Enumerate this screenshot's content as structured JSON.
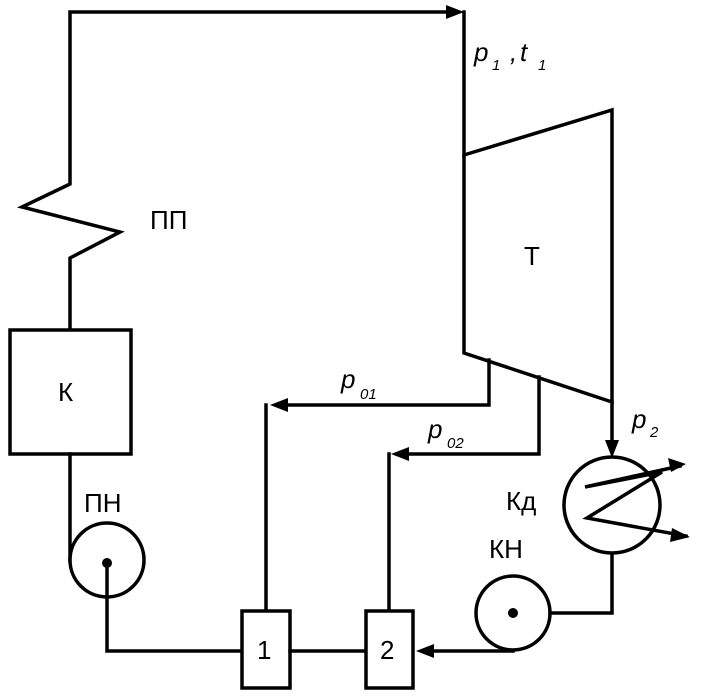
{
  "labels": {
    "superheater": "ПП",
    "turbine": "Т",
    "boiler": "К",
    "feed_pump": "ПН",
    "condenser": "Кд",
    "condensate_pump": "КН",
    "heater_1": "1",
    "heater_2": "2"
  },
  "params": {
    "p1_main": "p",
    "p1_sub": "1",
    "separator": ",",
    "t1_main": "t",
    "t1_sub": "1",
    "p2_main": "p",
    "p2_sub": "2",
    "p01_main": "p",
    "p01_sub": "01",
    "p02_main": "p",
    "p02_sub": "02"
  },
  "colors": {
    "stroke": "#000000",
    "background": "#ffffff"
  }
}
